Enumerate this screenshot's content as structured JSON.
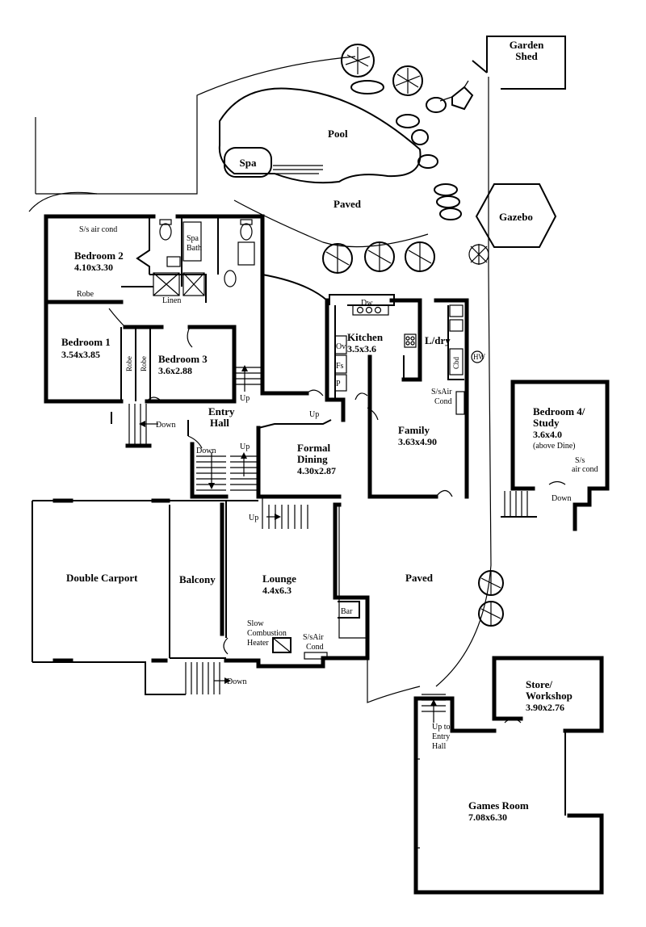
{
  "rooms": {
    "garden_shed": {
      "line1": "Garden",
      "line2": "Shed"
    },
    "pool": "Pool",
    "spa": "Spa",
    "paved_top": "Paved",
    "gazebo": "Gazebo",
    "bedroom2": {
      "name": "Bedroom 2",
      "dims": "4.10x3.30"
    },
    "bedroom1": {
      "name": "Bedroom 1",
      "dims": "3.54x3.85"
    },
    "bedroom3": {
      "name": "Bedroom 3",
      "dims": "3.6x2.88"
    },
    "kitchen": {
      "name": "Kitchen",
      "dims": "3.5x3.6"
    },
    "laundry": "L/dry",
    "family": {
      "name": "Family",
      "dims": "3.63x4.90"
    },
    "bedroom4": {
      "line1": "Bedroom 4/",
      "line2": "Study",
      "dims": "3.6x4.0",
      "note": "(above Dine)"
    },
    "entry_hall": {
      "line1": "Entry",
      "line2": "Hall"
    },
    "formal_dining": {
      "line1": "Formal",
      "line2": "Dining",
      "dims": "4.30x2.87"
    },
    "double_carport": "Double Carport",
    "balcony": "Balcony",
    "lounge": {
      "name": "Lounge",
      "dims": "4.4x6.3"
    },
    "paved_mid": "Paved",
    "store": {
      "line1": "Store/",
      "line2": "Workshop",
      "dims": "3.90x2.76"
    },
    "games_room": {
      "name": "Games Room",
      "dims": "7.08x6.30"
    }
  },
  "labels": {
    "ss_aircond_bed2": "S/s air cond",
    "spa_bath": {
      "line1": "Spa",
      "line2": "Bath"
    },
    "robe_bed2": "Robe",
    "linen": "Linen",
    "robe_a": "Robe",
    "robe_b": "Robe",
    "dw": "Dw",
    "ov": "Ov",
    "fs": "Fs",
    "p": "P",
    "hw": "HW",
    "cbd": "Cbd",
    "ss_aircond_family": {
      "line1": "S/sAir",
      "line2": "Cond"
    },
    "ss_aircond_bed4": {
      "line1": "S/s",
      "line2": "air cond"
    },
    "down_bed4": "Down",
    "up_hall": "Up",
    "down_left": "Down",
    "up_dining": "Up",
    "down_hall": "Down",
    "up_hall2": "Up",
    "up_lounge": "Up",
    "bar": "Bar",
    "heater": {
      "line1": "Slow",
      "line2": "Combustion",
      "line3": "Heater"
    },
    "ss_aircond_lounge": {
      "line1": "S/sAir",
      "line2": "Cond"
    },
    "down_balcony": "Down",
    "up_to_entry": {
      "line1": "Up to",
      "line2": "Entry",
      "line3": "Hall"
    }
  },
  "icons": [
    "tree-icon",
    "shrub-icon",
    "toilet-icon",
    "shower-icon",
    "sink-icon",
    "stove-icon",
    "stairs-icon",
    "door-swing-icon"
  ]
}
